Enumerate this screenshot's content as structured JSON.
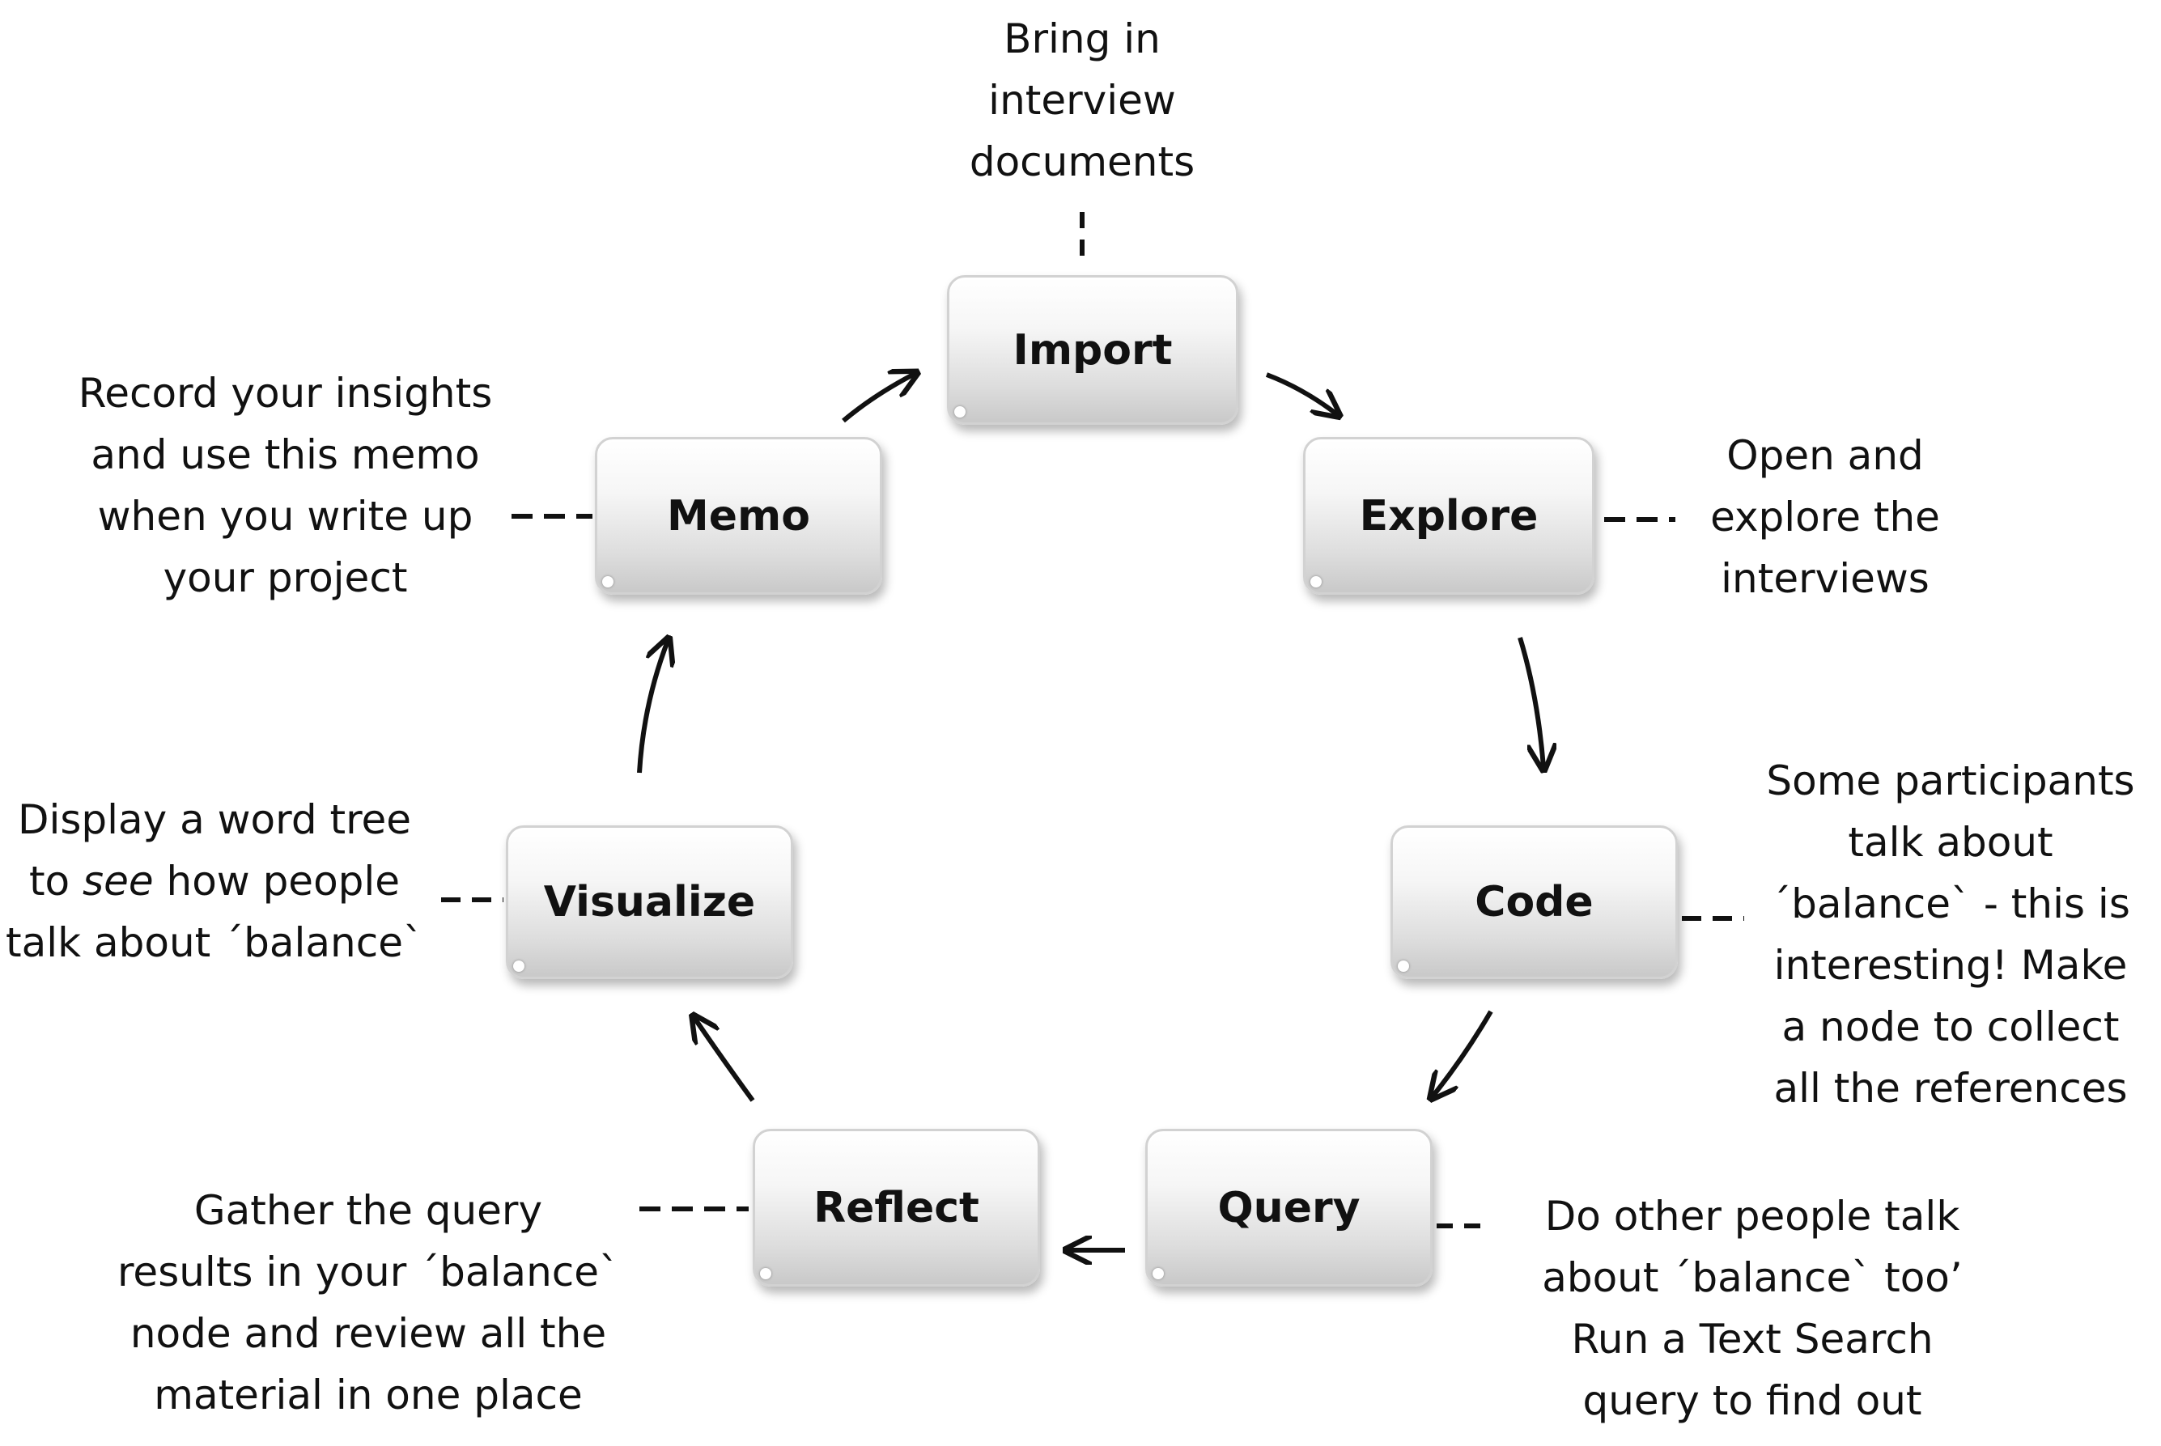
{
  "stages": {
    "import": "Import",
    "explore": "Explore",
    "code": "Code",
    "query": "Query",
    "reflect": "Reflect",
    "visualize": "Visualize",
    "memo": "Memo"
  },
  "notes": {
    "import": [
      "Bring in",
      "interview",
      "documents"
    ],
    "explore": [
      "Open and",
      "explore the",
      "interviews"
    ],
    "code": [
      "Some participants",
      "talk about",
      "´balance` - this is",
      "interesting! Make",
      "a node to collect",
      "all the references"
    ],
    "query": [
      "Do other people talk",
      "about ´balance` too’",
      "Run a Text Search",
      "query to find out"
    ],
    "reflect": [
      "Gather the query",
      "results in your ´balance`",
      "node and review all the",
      "material in one place"
    ],
    "visualize": {
      "line1": "Display a word tree",
      "line2_pre": "to ",
      "line2_em": "see",
      "line2_post": " how people",
      "line3": "talk about ´balance`"
    },
    "memo": [
      "Record your insights",
      "and use this memo",
      "when you write up",
      "your project"
    ]
  }
}
